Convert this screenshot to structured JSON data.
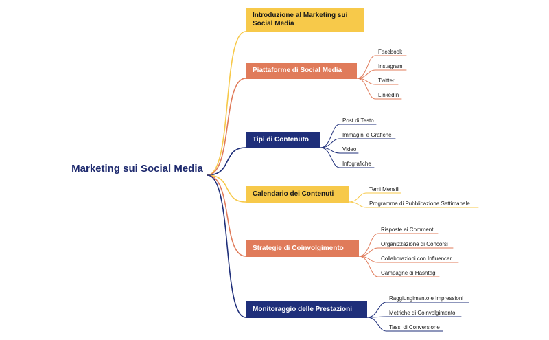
{
  "root": {
    "label": "Marketing sui Social Media"
  },
  "colors": {
    "yellow": "#f7c94a",
    "orange": "#e07b5a",
    "navy": "#1f2f7a",
    "root_text": "#1e2a6e"
  },
  "branches": [
    {
      "label": "Introduzione al Marketing sui Social Media",
      "color": "yellow",
      "children": []
    },
    {
      "label": "Piattaforme di Social Media",
      "color": "orange",
      "children": [
        "Facebook",
        "Instagram",
        "Twitter",
        "LinkedIn"
      ]
    },
    {
      "label": "Tipi di Contenuto",
      "color": "navy",
      "children": [
        "Post di Testo",
        "Immagini e Grafiche",
        "Video",
        "Infografiche"
      ]
    },
    {
      "label": "Calendario dei Contenuti",
      "color": "yellow",
      "children": [
        "Temi Mensili",
        "Programma di Pubblicazione Settimanale"
      ]
    },
    {
      "label": "Strategie di Coinvolgimento",
      "color": "orange",
      "children": [
        "Risposte ai Commenti",
        "Organizzazione di Concorsi",
        "Collaborazioni con Influencer",
        "Campagne di Hashtag"
      ]
    },
    {
      "label": "Monitoraggio delle Prestazioni",
      "color": "navy",
      "children": [
        "Raggiungimento e Impressioni",
        "Metriche di Coinvolgimento",
        "Tassi di Conversione"
      ]
    }
  ]
}
